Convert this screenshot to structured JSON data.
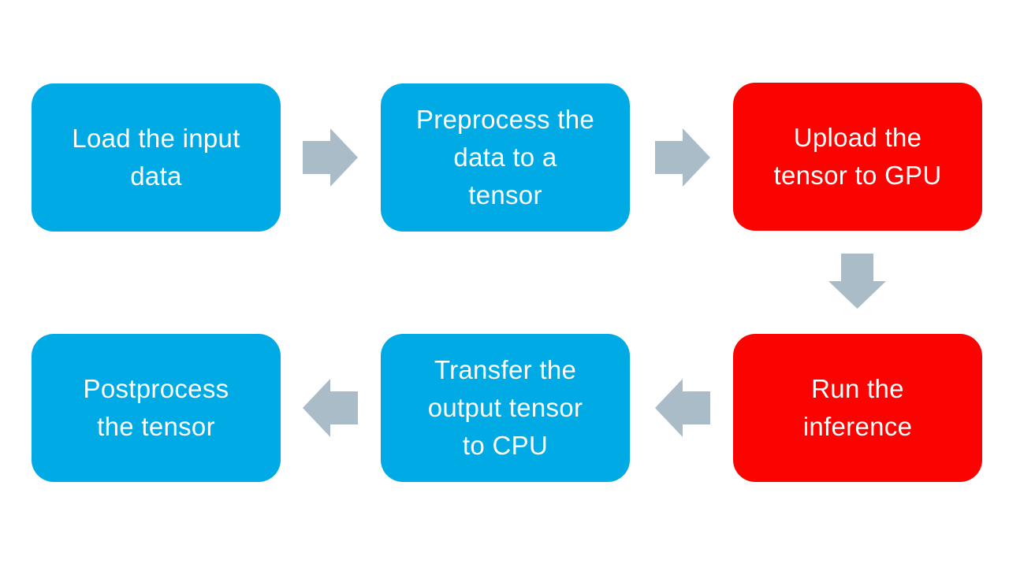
{
  "palette": {
    "box_blue": "#00AAE4",
    "box_red": "#FB0300",
    "arrow_gray": "#A9BCC7",
    "text_white": "#FFFFFF",
    "background": "#FFFFFF"
  },
  "flowchart": {
    "boxes": [
      {
        "label": "Load the input\ndata",
        "color": "#00AAE4"
      },
      {
        "label": "Preprocess the\ndata to a\ntensor",
        "color": "#00AAE4"
      },
      {
        "label": "Upload the\ntensor to GPU",
        "color": "#FB0300"
      },
      {
        "label": "Run the\ninference",
        "color": "#FB0300"
      },
      {
        "label": "Transfer the\noutput tensor\nto CPU",
        "color": "#00AAE4"
      },
      {
        "label": "Postprocess\nthe tensor",
        "color": "#00AAE4"
      }
    ],
    "arrows": [
      {
        "direction": "right"
      },
      {
        "direction": "right"
      },
      {
        "direction": "down"
      },
      {
        "direction": "left"
      },
      {
        "direction": "left"
      }
    ]
  }
}
